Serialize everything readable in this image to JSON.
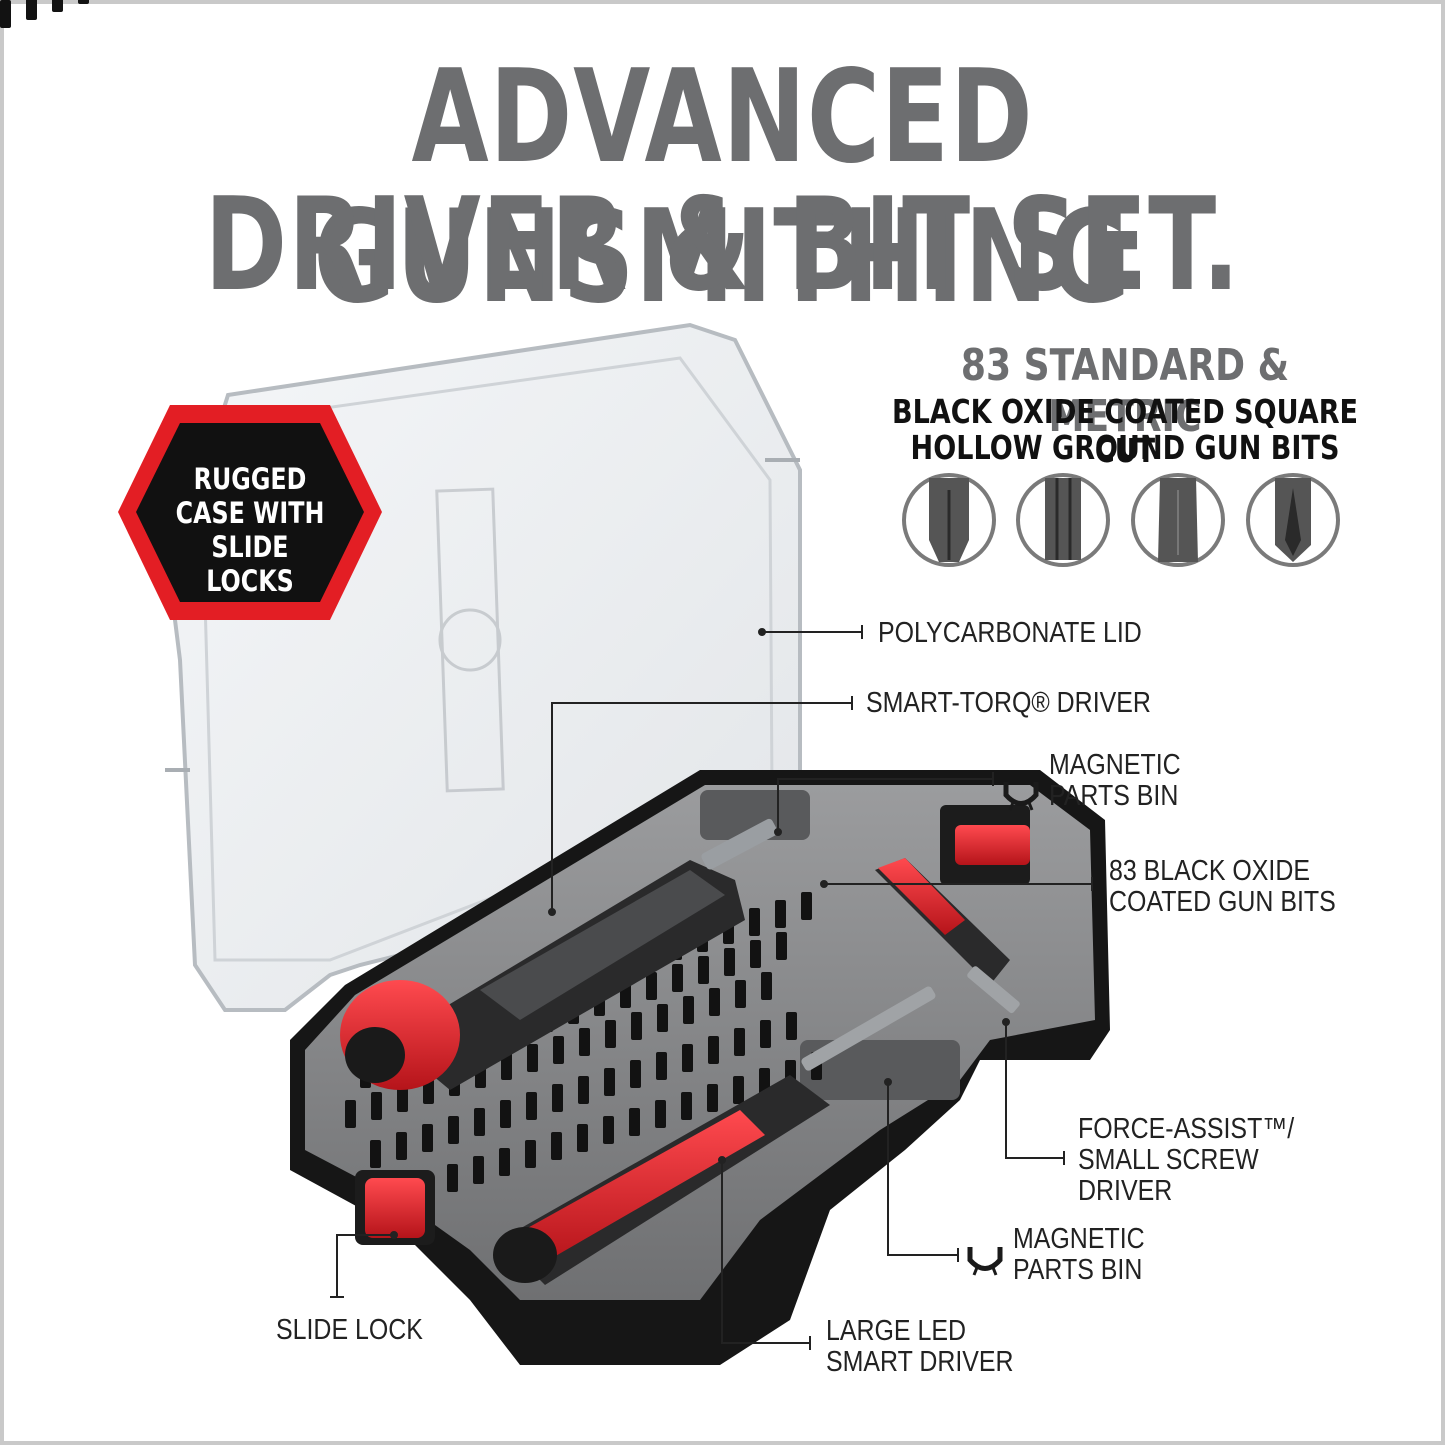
{
  "headline": {
    "line1": "ADVANCED GUNSMITHING",
    "line2": "DRIVER & BIT SET."
  },
  "spec": {
    "line1": "83 STANDARD & METRIC",
    "line2": "BLACK OXIDE COATED SQUARE CUT",
    "line3": "HOLLOW GROUND GUN BITS"
  },
  "badge": {
    "line1": "RUGGED",
    "line2": "CASE WITH",
    "line3": "SLIDE LOCKS"
  },
  "bit_icons": [
    "phillips-bit-icon",
    "hex-bit-icon",
    "flat-bit-icon",
    "torx-bit-icon"
  ],
  "callouts": {
    "lid": "POLYCARBONATE LID",
    "smart_torq": "SMART-TORQ® DRIVER",
    "magnetic_top_1": "MAGNETIC",
    "magnetic_top_2": "PARTS BIN",
    "bits_1": "83 BLACK OXIDE",
    "bits_2": "COATED GUN BITS",
    "force_1": "FORCE-ASSIST™/",
    "force_2": "SMALL SCREW",
    "force_3": "DRIVER",
    "magnetic_bottom_1": "MAGNETIC",
    "magnetic_bottom_2": "PARTS BIN",
    "slide_lock": "SLIDE LOCK",
    "led_1": "LARGE LED",
    "led_2": "SMART DRIVER"
  },
  "colors": {
    "title_gray": "#6d6e70",
    "brand_red": "#e31e24",
    "case_black": "#1a1a1a",
    "tray_gray": "#8a8b8d"
  }
}
